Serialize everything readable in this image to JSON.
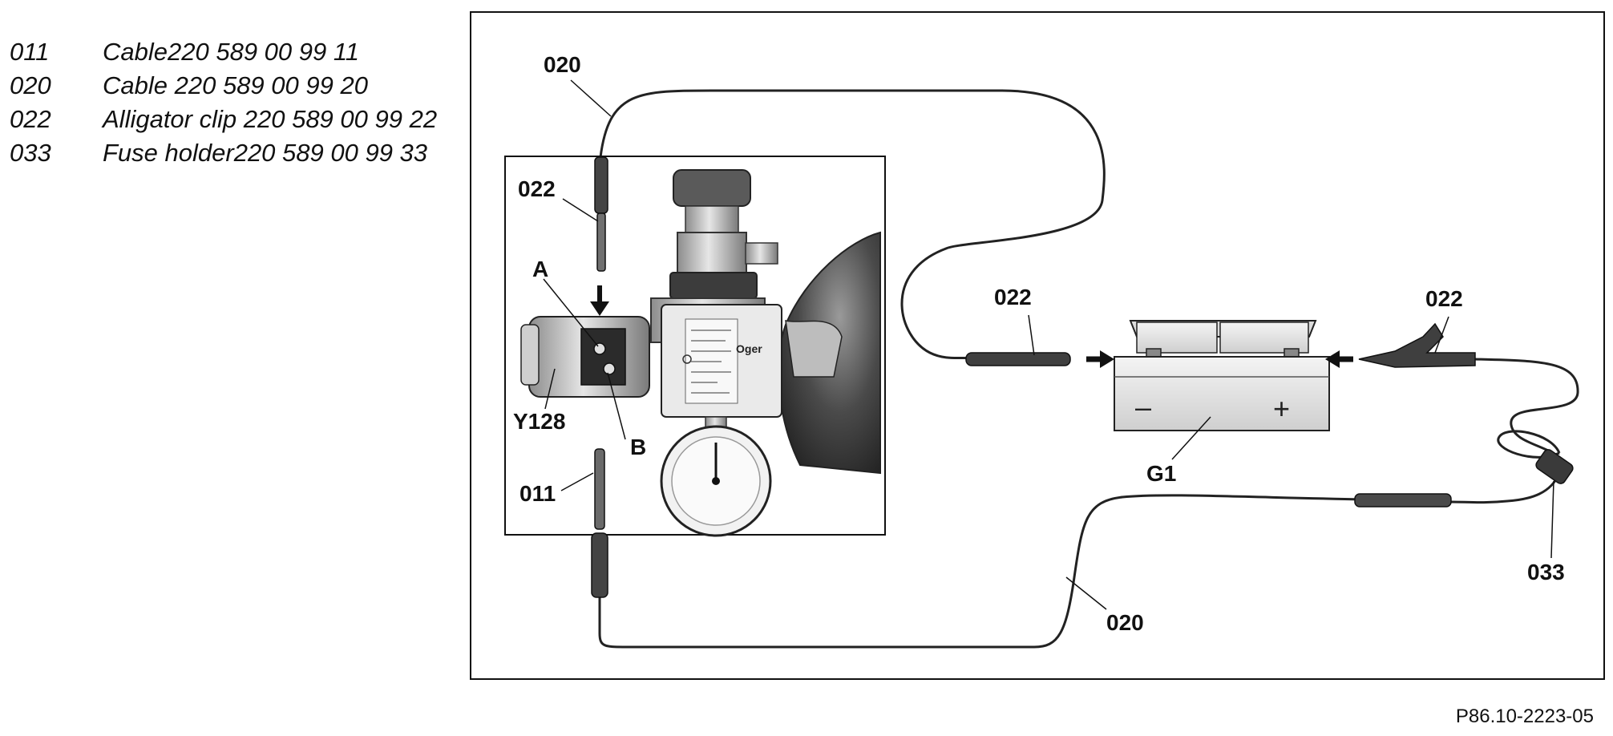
{
  "legend": [
    {
      "code": "011",
      "description": "Cable220 589 00 99 11"
    },
    {
      "code": "020",
      "description": "Cable 220 589 00 99 20"
    },
    {
      "code": "022",
      "description": "Alligator clip 220 589 00 99 22"
    },
    {
      "code": "033",
      "description": "Fuse holder220 589 00 99 33"
    }
  ],
  "callouts": {
    "cable_020_top": "020",
    "clip_022_valve": "022",
    "point_a": "A",
    "point_b": "B",
    "valve_y128": "Y128",
    "cable_011": "011",
    "clip_022_left": "022",
    "clip_022_right": "022",
    "battery_g1": "G1",
    "fuse_033": "033",
    "cable_020_bottom": "020"
  },
  "valve_label": "Oger",
  "battery_minus": "–",
  "battery_plus": "+",
  "figure_ref": "P86.10-2223-05"
}
